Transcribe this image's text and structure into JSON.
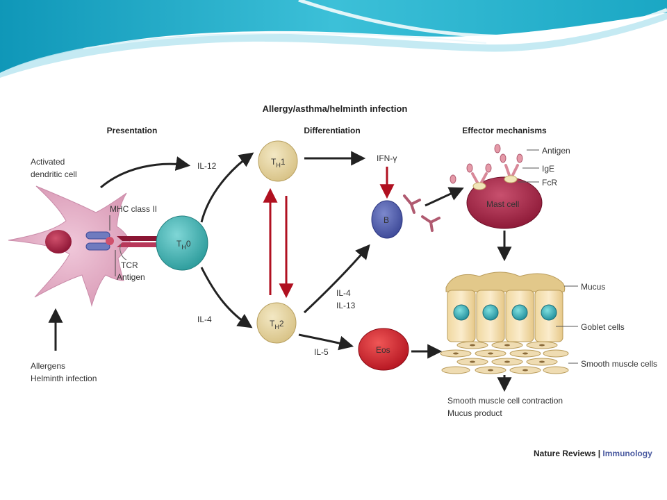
{
  "title": "Allergy/asthma/helminth infection",
  "headers": {
    "presentation": "Presentation",
    "differentiation": "Differentiation",
    "effector": "Effector mechanisms"
  },
  "labels": {
    "activated_dc_1": "Activated",
    "activated_dc_2": "dendritic cell",
    "mhc": "MHC class II",
    "tcr": "TCR",
    "antigen_left": "Antigen",
    "allergens_1": "Allergens",
    "allergens_2": "Helminth infection",
    "il12": "IL-12",
    "il4_left": "IL-4",
    "th0_main": "T",
    "th0_sub": "H",
    "th0_num": "0",
    "th1_main": "T",
    "th1_sub": "H",
    "th1_num": "1",
    "th2_main": "T",
    "th2_sub": "H",
    "th2_num": "2",
    "ifn": "IFN-γ",
    "b_cell": "B",
    "il4_il13_1": "IL-4",
    "il4_il13_2": "IL-13",
    "il5": "IL-5",
    "eos": "Eos",
    "antigen_right": "Antigen",
    "ige": "IgE",
    "fcr": "FcR",
    "mast_cell": "Mast cell",
    "mucus": "Mucus",
    "goblet": "Goblet cells",
    "smooth": "Smooth muscle cells",
    "outcome_1": "Smooth muscle cell contraction",
    "outcome_2": "Mucus product"
  },
  "footer": {
    "journal": "Nature Reviews",
    "separator": " | ",
    "section": "Immunology"
  },
  "colors": {
    "banner": "#1aa7c4",
    "th0": "#3aa8a8",
    "th_cells": "#e2d09c",
    "b_cell": "#4b57a8",
    "eos": "#c81c24",
    "mast_cell": "#9b1e3c",
    "dendritic_cell": "#dda3bd",
    "red_arrow": "#b01020"
  }
}
